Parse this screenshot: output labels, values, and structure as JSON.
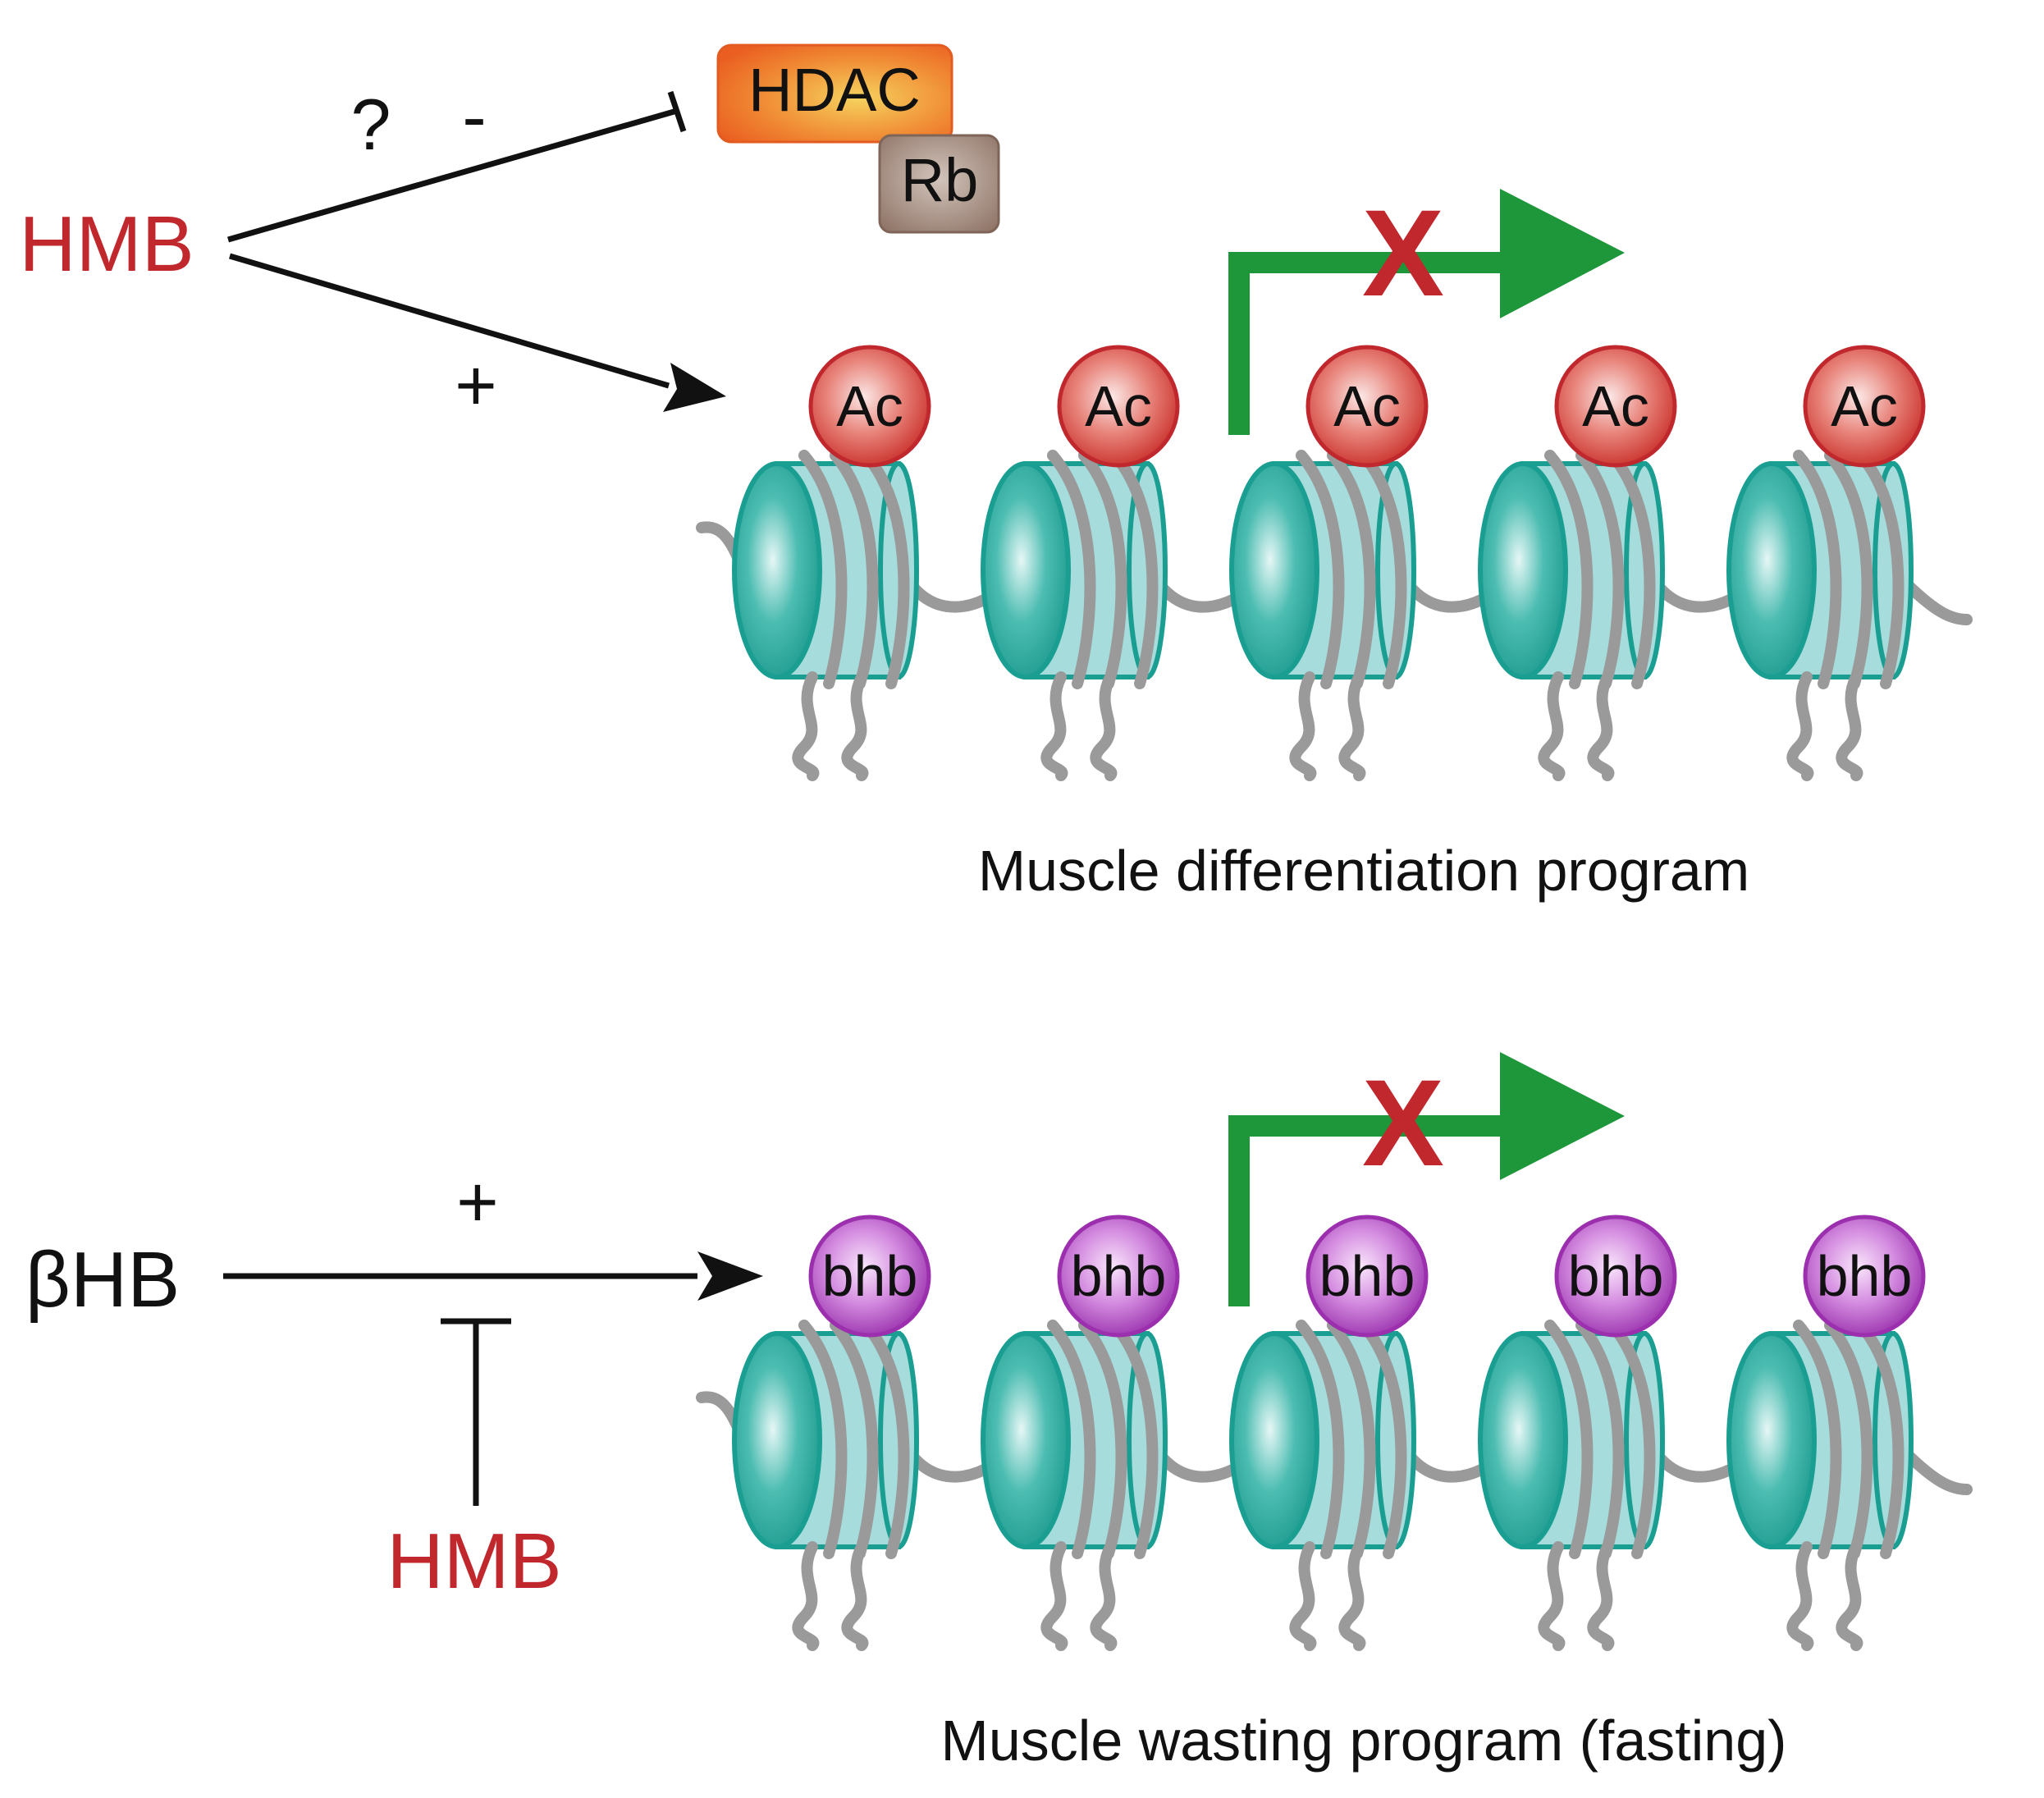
{
  "top": {
    "agent": "HMB",
    "question_mark": "?",
    "minus_sign": "-",
    "plus_sign": "+",
    "complex": {
      "hdac": "HDAC",
      "rb": "Rb"
    },
    "mark": "Ac",
    "program_caption": "Muscle differentiation program",
    "blocked_symbol": "X"
  },
  "bottom": {
    "agent": "βHB",
    "inhibitor": "HMB",
    "plus_sign": "+",
    "mark": "bhb",
    "program_caption": "Muscle wasting program (fasting)",
    "blocked_symbol": "X"
  },
  "colors": {
    "agent_red": "#c0282d",
    "arrow_black": "#111111",
    "nucleosome_teal": "#1a9e92",
    "nucleosome_fill": "#a6dcdc",
    "dna_gray": "#9a9a9a",
    "acetyl_red": "#cf3a34",
    "bhb_purple": "#a23db4",
    "hdac_orange": "#ef7a2b",
    "rb_brown": "#9a8174",
    "transcription_green": "#1e963a",
    "block_red": "#c0282d"
  }
}
